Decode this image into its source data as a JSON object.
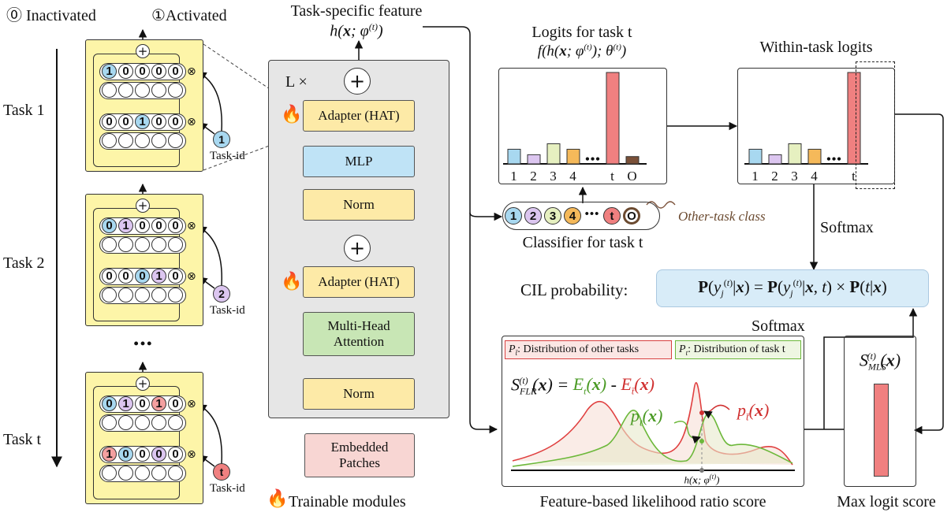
{
  "legend": {
    "inactivated": "⓪ Inactivated",
    "activated": "①Activated"
  },
  "tasks": [
    {
      "label": "Task 1",
      "row1": [
        "1",
        "0",
        "0",
        "0",
        "0"
      ],
      "row1_colors": [
        "#a8d8f0",
        "#fff",
        "#fff",
        "#fff",
        "#fff"
      ],
      "row2": [
        "0",
        "0",
        "1",
        "0",
        "0"
      ],
      "row2_colors": [
        "#fff",
        "#fff",
        "#a8d8f0",
        "#fff",
        "#fff"
      ],
      "task_id": "1",
      "task_id_color": "#a8d8f0"
    },
    {
      "label": "Task 2",
      "row1": [
        "0",
        "1",
        "0",
        "0",
        "0"
      ],
      "row1_colors": [
        "#a8d8f0",
        "#dcc6f0",
        "#fff",
        "#fff",
        "#fff"
      ],
      "row2": [
        "0",
        "0",
        "0",
        "1",
        "0"
      ],
      "row2_colors": [
        "#fff",
        "#fff",
        "#a8d8f0",
        "#dcc6f0",
        "#fff"
      ],
      "task_id": "2",
      "task_id_color": "#dcc6f0"
    },
    {
      "label": "Task t",
      "row1": [
        "0",
        "1",
        "0",
        "1",
        "0"
      ],
      "row1_colors": [
        "#a8d8f0",
        "#dcc6f0",
        "#fff",
        "#f4a0a0",
        "#fff"
      ],
      "row2": [
        "1",
        "0",
        "0",
        "0",
        "0"
      ],
      "row2_colors": [
        "#f4a0a0",
        "#a8d8f0",
        "#fff",
        "#dcc6f0",
        "#fff"
      ],
      "task_id": "t",
      "task_id_color": "#f08080"
    }
  ],
  "task_id_label": "Task-id",
  "ellipsis": "•••",
  "transformer": {
    "repeat": "L ×",
    "modules": [
      "Adapter (HAT)",
      "MLP",
      "Norm",
      "Adapter (HAT)",
      "Multi-Head Attention",
      "Norm"
    ],
    "input": "Embedded Patches",
    "output_title": "Task-specific feature",
    "output_formula": "h(x; φ(t))",
    "trainable": "Trainable modules"
  },
  "logits_panel": {
    "title": "Logits for task t",
    "formula": "f(h(x; φ(t)); θ(t))",
    "labels": [
      "1",
      "2",
      "3",
      "4",
      "•••",
      "t",
      "O"
    ],
    "colors": [
      "#a8d8f0",
      "#dcc6f0",
      "#e6f0c0",
      "#f5b95a",
      "",
      "#f08080",
      "#7a5038"
    ],
    "values": [
      0.16,
      0.1,
      0.22,
      0.16,
      null,
      1.0,
      0.08
    ]
  },
  "within_panel": {
    "title": "Within-task logits",
    "labels": [
      "1",
      "2",
      "3",
      "4",
      "•••",
      "t"
    ],
    "colors": [
      "#a8d8f0",
      "#dcc6f0",
      "#e6f0c0",
      "#f5b95a",
      "",
      "#f08080"
    ],
    "values": [
      0.16,
      0.1,
      0.22,
      0.16,
      null,
      1.0
    ]
  },
  "classifier": {
    "title": "Classifier for task t",
    "circles": [
      "1",
      "2",
      "3",
      "4",
      "•••",
      "t",
      "O"
    ],
    "circle_colors": [
      "#a8d8f0",
      "#dcc6f0",
      "#e6f0c0",
      "#f5b95a",
      "",
      "#f08080",
      "#ffffff"
    ],
    "other_label": "Other-task class"
  },
  "softmax_1": "Softmax",
  "softmax_2": "Softmax",
  "cil": {
    "label": "CIL probability:",
    "formula": "P(yj(t)|x) = P(yj(t)|x, t) × P(t|x)"
  },
  "flr_panel": {
    "legend_other": ": Distribution of other tasks",
    "legend_task": ": Distribution of task t",
    "formula": "S(t)FLR(x) = Et(x) - Et̄(x)",
    "pt_label": "pt(x)",
    "pf_label": "pt̄(x)",
    "axis_label": "h(x; φ(t))",
    "caption": "Feature-based likelihood ratio score"
  },
  "mls_panel": {
    "formula": "S(t)MLS(x)",
    "caption": "Max logit score",
    "bar_color": "#f08080"
  }
}
